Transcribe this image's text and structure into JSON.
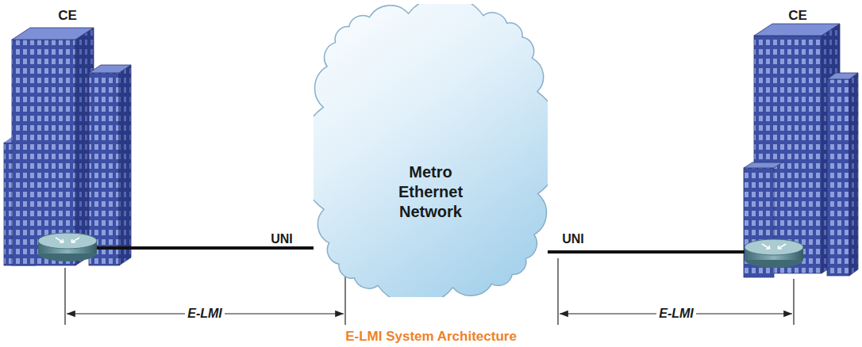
{
  "diagram": {
    "caption": "E-LMI System Architecture",
    "nodes": [
      {
        "text": [
          "CE"
        ]
      },
      {
        "text": [
          "Metro Ethernet Network"
        ]
      },
      {
        "text": [
          "CE"
        ]
      }
    ],
    "edges": [
      {
        "from": 0,
        "to": 1,
        "label": "UNI",
        "arrow": "none"
      },
      {
        "from": 1,
        "to": 2,
        "label": "UNI",
        "arrow": "none"
      }
    ],
    "labels": [
      "E-LMI",
      "E-LMI"
    ]
  }
}
